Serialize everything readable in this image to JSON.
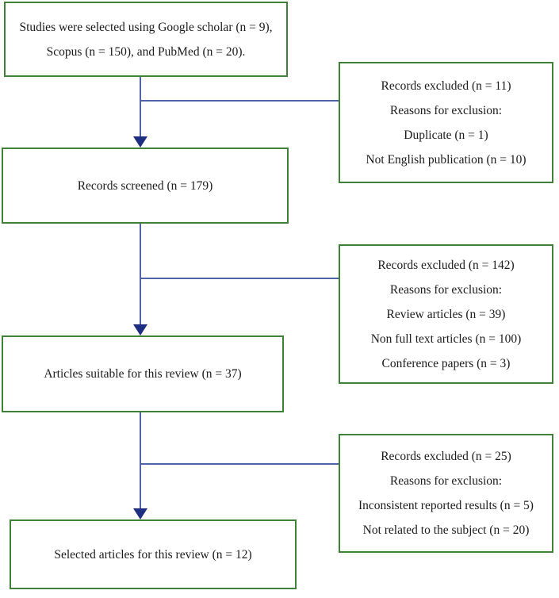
{
  "diagram": {
    "type": "prisma-flowchart",
    "colors": {
      "box_border": "#3f8237",
      "connector": "#4f63a8",
      "arrowhead": "#1e2f82",
      "text": "#1c1c1c",
      "background": "#ffffff"
    },
    "main_flow": [
      {
        "name": "sources",
        "lines": [
          "Studies were selected using Google scholar (n = 9),",
          "Scopus (n = 150), and PubMed (n = 20)."
        ]
      },
      {
        "name": "screened",
        "lines": [
          "Records screened (n = 179)"
        ]
      },
      {
        "name": "suitable",
        "lines": [
          "Articles suitable for this review (n = 37)"
        ]
      },
      {
        "name": "selected",
        "lines": [
          "Selected articles for this review (n = 12)"
        ]
      }
    ],
    "exclusions": [
      {
        "name": "excluded-1",
        "lines": [
          "Records excluded (n = 11)",
          "Reasons for exclusion:",
          "Duplicate (n = 1)",
          "Not English publication (n = 10)"
        ]
      },
      {
        "name": "excluded-2",
        "lines": [
          "Records excluded (n = 142)",
          "Reasons for exclusion:",
          "Review articles (n = 39)",
          "Non full text articles (n = 100)",
          "Conference papers (n = 3)"
        ]
      },
      {
        "name": "excluded-3",
        "lines": [
          "Records excluded (n = 25)",
          "Reasons for exclusion:",
          "Inconsistent reported results (n = 5)",
          "Not related to the subject (n = 20)"
        ]
      }
    ]
  }
}
